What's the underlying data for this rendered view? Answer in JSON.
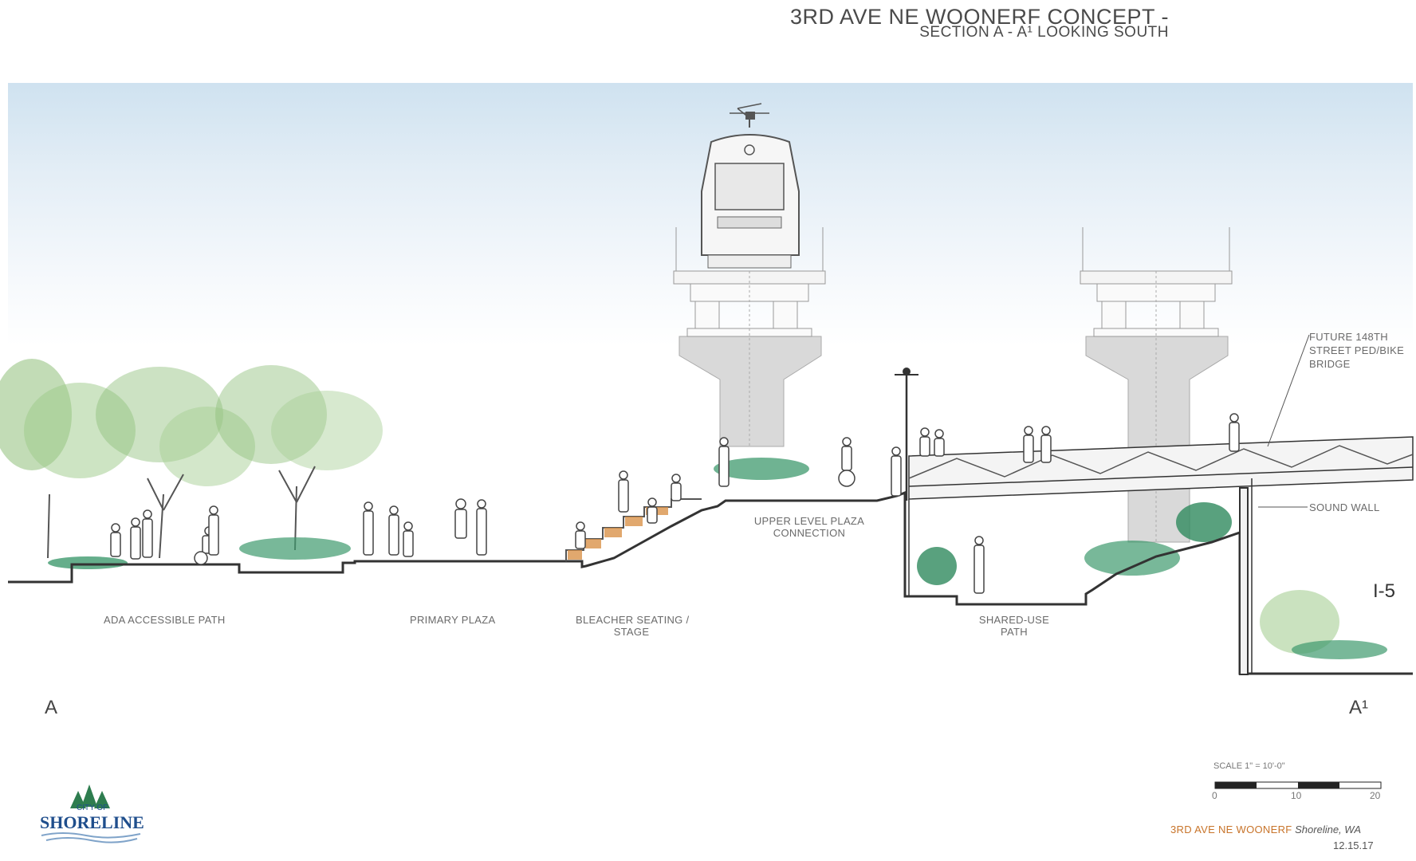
{
  "title": {
    "line1": "3RD AVE NE WOONERF CONCEPT -",
    "line2": "SECTION A - A¹ LOOKING SOUTH"
  },
  "labels": {
    "ada_path": "ADA ACCESSIBLE PATH",
    "primary_plaza": "PRIMARY PLAZA",
    "bleacher_line1": "BLEACHER SEATING /",
    "bleacher_line2": "STAGE",
    "upper_line1": "UPPER LEVEL PLAZA",
    "upper_line2": "CONNECTION",
    "shared_line1": "SHARED-USE",
    "shared_line2": "PATH"
  },
  "annotations": {
    "bridge_line1": "FUTURE 148TH",
    "bridge_line2": "STREET PED/BIKE",
    "bridge_line3": "BRIDGE",
    "sound_wall": "SOUND WALL",
    "freeway": "I-5"
  },
  "section_marks": {
    "start": "A",
    "end": "A¹"
  },
  "scale": {
    "label": "SCALE 1\" = 10'-0\"",
    "ticks": [
      "0",
      "10",
      "20"
    ]
  },
  "footer": {
    "project": "3RD AVE NE WOONERF",
    "city": " Shoreline, WA",
    "date": "12.15.17"
  },
  "logo": {
    "line1": "CITY OF",
    "line2": "SHORELINE"
  },
  "colors": {
    "tree_green": "#8fbf7a",
    "shrub_green": "#3f9a6e",
    "concrete_gray": "#d9d9d9",
    "ground_line": "#333333",
    "seat_orange": "#d9924a",
    "logo_green": "#2e7d4f",
    "logo_blue": "#1f4e8c"
  }
}
